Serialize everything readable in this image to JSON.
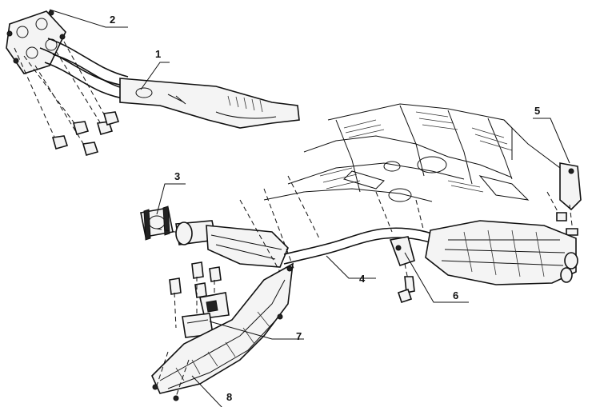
{
  "diagram": {
    "callouts": [
      {
        "id": "c1",
        "label": "1"
      },
      {
        "id": "c2",
        "label": "2"
      },
      {
        "id": "c3",
        "label": "3"
      },
      {
        "id": "c4",
        "label": "4"
      },
      {
        "id": "c5",
        "label": "5"
      },
      {
        "id": "c6",
        "label": "6"
      },
      {
        "id": "c7",
        "label": "7"
      },
      {
        "id": "c8",
        "label": "8"
      }
    ]
  }
}
